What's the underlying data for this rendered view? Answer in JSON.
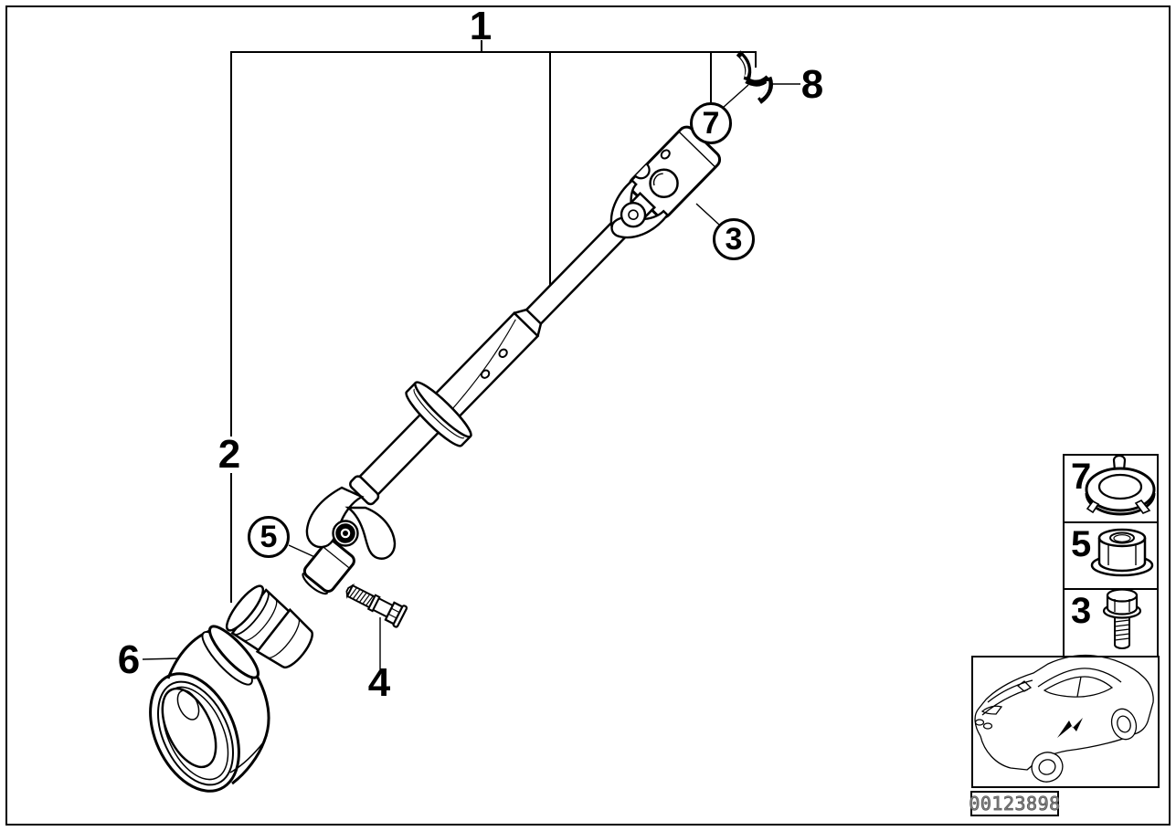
{
  "callouts": {
    "c1": "1",
    "c2": "2",
    "c3": "3",
    "c4": "4",
    "c5": "5",
    "c6": "6",
    "c7": "7",
    "c8": "8"
  },
  "legend": {
    "items": [
      {
        "label": "7",
        "icon": "lock-ring-icon"
      },
      {
        "label": "5",
        "icon": "flange-nut-icon"
      },
      {
        "label": "3",
        "icon": "hex-bolt-icon"
      }
    ]
  },
  "footer": {
    "image_id": "00123898"
  },
  "colors": {
    "line": "#000000",
    "background": "#ffffff"
  }
}
